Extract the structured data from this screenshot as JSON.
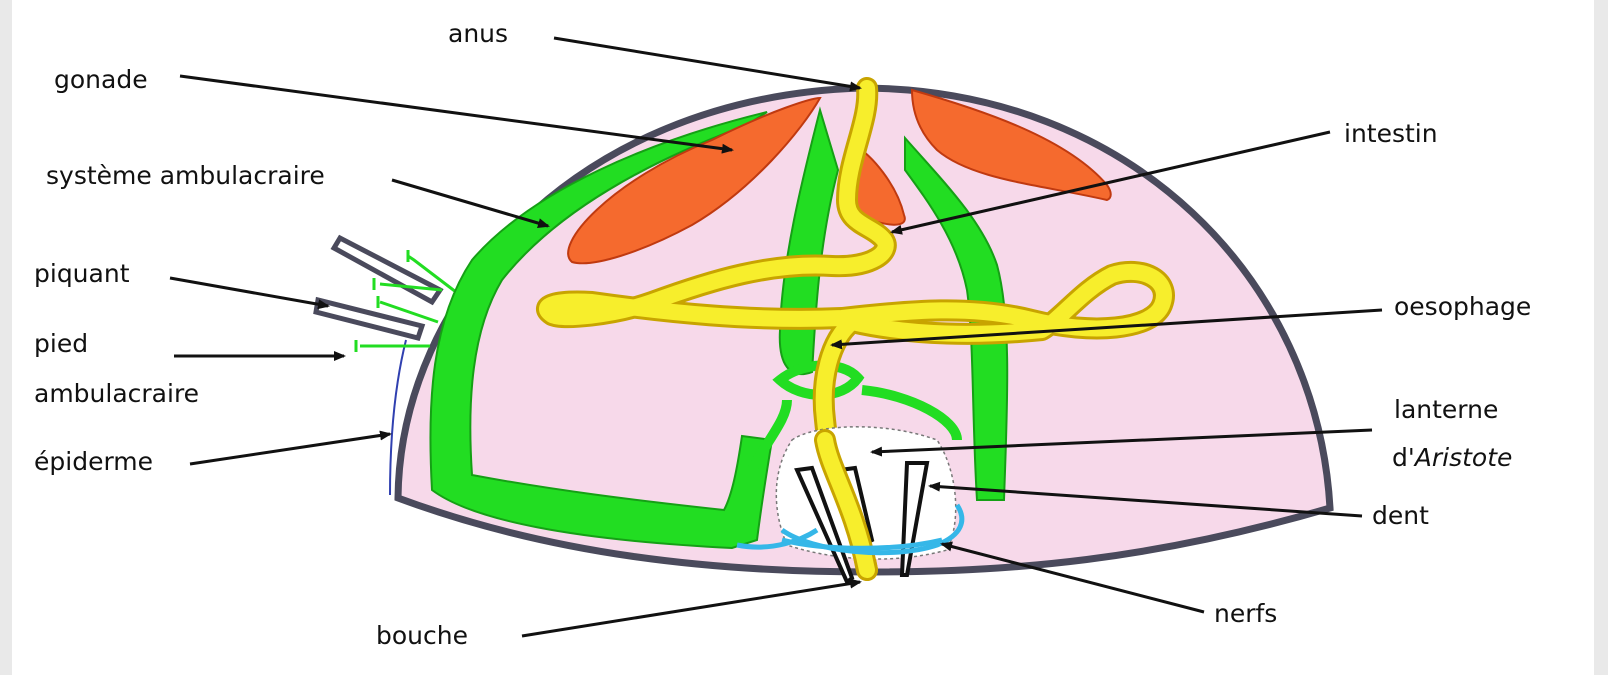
{
  "colors": {
    "page_bg": "#ffffff",
    "shell_outline": "#4a4a5c",
    "body_cavity": "#f7d9ea",
    "ambulacral_system": "#22dd22",
    "gonad": "#f56a2e",
    "digestive_tract": "#f7ee2c",
    "nerves": "#35b7e8",
    "epidermis": "#3040b0",
    "arrow": "#111111"
  },
  "labels": {
    "anus": "anus",
    "gonade": "gonade",
    "systeme_ambulacraire": "système ambulacraire",
    "piquant": "piquant",
    "pied_line1": "pied",
    "pied_line2": "ambulacraire",
    "epiderme": "épiderme",
    "intestin": "intestin",
    "oesophage": "oesophage",
    "lanterne_line1": "lanterne",
    "lanterne_line2_prefix": "d'",
    "lanterne_line2_name": "Aristote",
    "dent": "dent",
    "nerfs": "nerfs",
    "bouche": "bouche"
  }
}
